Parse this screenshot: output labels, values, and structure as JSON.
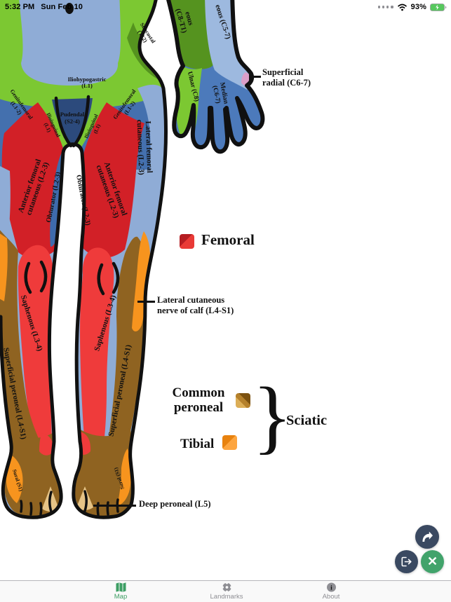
{
  "status_bar": {
    "time": "5:32 PM",
    "date": "Sun Feb 10",
    "battery_percent": "93%"
  },
  "palette": {
    "bright_green": "#7CC832",
    "dark_green": "#55931F",
    "light_blue": "#8FACD6",
    "medium_blue": "#4470AE",
    "navy_blue": "#2C4A7C",
    "median_blue": "#4C7ABB",
    "red": "#D22027",
    "bright_red": "#EF3B3B",
    "brown": "#8F6321",
    "orange": "#F7941E",
    "tan": "#E5C386",
    "pink": "#DB9EC8",
    "fab_navy": "#3A4961",
    "fab_green": "#41A36B",
    "tab_active_green": "#3C9E63",
    "tab_inactive_gray": "#8E8E93"
  },
  "diagram": {
    "labels": {
      "subcostal": [
        "Subcostal",
        "(T12)"
      ],
      "iliohypogastric": [
        "Iliohypogastric",
        "(L1)"
      ],
      "genitofemoral": [
        "Genitofemoral",
        "(L1-2)"
      ],
      "ilioinguinal": [
        "Ilioinguinal",
        "(L1)"
      ],
      "pudendal": [
        "Pudendal",
        "(S2-4)"
      ],
      "lateral_femoral": [
        "Lateral femoral",
        "cutaneous (L2-3)"
      ],
      "anterior_femoral": [
        "Anterior femoral",
        "cutaneous (L2-3)"
      ],
      "obturator": "Obturator (L2-3)",
      "saphenous": "Saphenous (L3-4)",
      "superficial_peroneal": "Superficial peroneal (L4-S1)",
      "sural": "Sural (S1)",
      "medial_antebrachial_fragment": [
        "eous",
        "(C8-T1)"
      ],
      "lateral_antebrachial_fragment": "eous (C5-7)",
      "ulnar": "Ulnar (C8)",
      "median": [
        "Median",
        "(C6-7)"
      ]
    },
    "annotations": {
      "superficial_radial": [
        "Superficial",
        "radial (C6-7)"
      ],
      "lateral_cutaneous_calf": [
        "Lateral cutaneous",
        "nerve of calf (L4-S1)"
      ],
      "deep_peroneal": "Deep peroneal (L5)"
    },
    "legend": {
      "femoral": "Femoral",
      "common_peroneal": [
        "Common",
        "peroneal"
      ],
      "tibial": "Tibial",
      "sciatic": "Sciatic",
      "brace": "}"
    }
  },
  "fab_icons": {
    "share": "share-forward-icon",
    "export": "leave-map-icon",
    "close": "close-icon"
  },
  "tab_bar": {
    "tabs": [
      {
        "label": "Map",
        "active": true
      },
      {
        "label": "Landmarks",
        "active": false
      },
      {
        "label": "About",
        "active": false
      }
    ]
  }
}
